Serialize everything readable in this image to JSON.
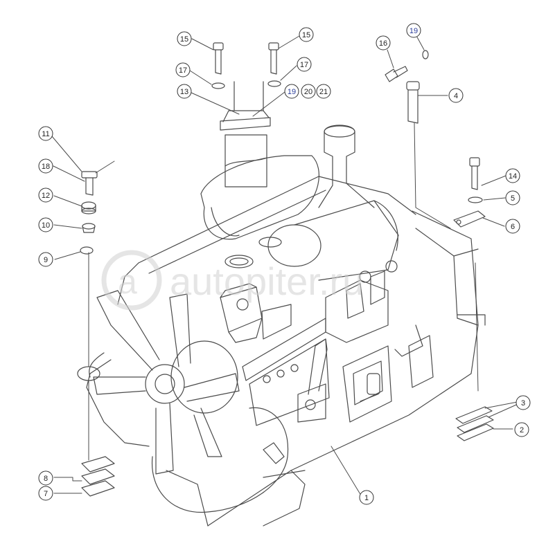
{
  "watermark": {
    "text": "autopiter.ru"
  },
  "callouts": [
    {
      "id": "c1",
      "label": "1"
    },
    {
      "id": "c2",
      "label": "2"
    },
    {
      "id": "c3",
      "label": "3"
    },
    {
      "id": "c4",
      "label": "4"
    },
    {
      "id": "c5",
      "label": "5"
    },
    {
      "id": "c6",
      "label": "6"
    },
    {
      "id": "c7",
      "label": "7"
    },
    {
      "id": "c8",
      "label": "8"
    },
    {
      "id": "c9",
      "label": "9"
    },
    {
      "id": "c10",
      "label": "10"
    },
    {
      "id": "c11",
      "label": "11"
    },
    {
      "id": "c12",
      "label": "12"
    },
    {
      "id": "c13",
      "label": "13"
    },
    {
      "id": "c14",
      "label": "14"
    },
    {
      "id": "c15a",
      "label": "15"
    },
    {
      "id": "c15b",
      "label": "15"
    },
    {
      "id": "c16",
      "label": "16"
    },
    {
      "id": "c17a",
      "label": "17"
    },
    {
      "id": "c17b",
      "label": "17"
    },
    {
      "id": "c18",
      "label": "18"
    },
    {
      "id": "c19a",
      "label": "19"
    },
    {
      "id": "c19b",
      "label": "19"
    },
    {
      "id": "c20",
      "label": "20"
    },
    {
      "id": "c21",
      "label": "21"
    }
  ],
  "colors": {
    "line": "#4a4a4a",
    "watermark": "#d0d0d0",
    "accent_label": "#2a3d9a"
  }
}
